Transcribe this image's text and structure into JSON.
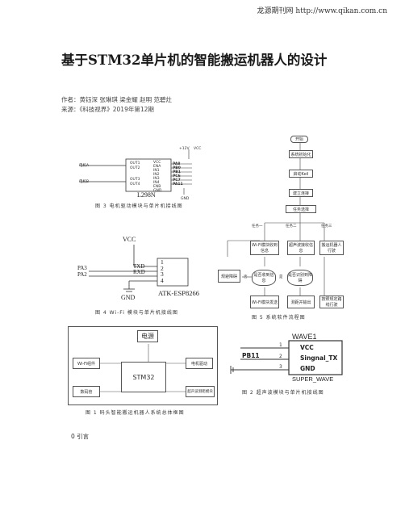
{
  "header": {
    "site": "龙源期刊网 http://www.qikan.com.cn"
  },
  "article": {
    "title": "基于STM32单片机的智能搬运机器人的设计",
    "authors": "作者：黄钰深 张琳琪 梁金耀 赵明 范碧灶",
    "source": "来源：《科技视界》2019年第12期"
  },
  "fig3": {
    "caption": "图 3  电机驱动模块与单片机接线图",
    "chip": "L298N",
    "left_labels": [
      "电机A",
      "电机B"
    ],
    "out_pins": [
      "OUT1",
      "OUT2",
      "OUT3",
      "OUT4"
    ],
    "in_pins": [
      "VCC",
      "ENA",
      "IN1",
      "IN2",
      "IN3",
      "IN4",
      "ENB",
      "GND"
    ],
    "ports": [
      "PA8",
      "PB0",
      "PB1",
      "PC6",
      "PC7",
      "PA11"
    ],
    "top_labels": [
      "+12V",
      "VCC"
    ],
    "gnd": "GND"
  },
  "fig4": {
    "caption": "图 4  Wi-Fi 模块与单片机接线图",
    "vcc": "VCC",
    "gnd": "GND",
    "ports": [
      "PA3",
      "PA2"
    ],
    "pins": [
      "TXD",
      "RXD"
    ],
    "numbers": [
      "1",
      "2",
      "3",
      "4"
    ],
    "module": "ATK-ESP8266"
  },
  "fig5": {
    "caption": "图 5  系统软件流程图",
    "nodes": [
      "开始",
      "系统初始化",
      "启动Keil",
      "建立连接",
      "任务选择",
      "Wi-Fi模块收到信息",
      "超声波接收信息",
      "搬运机器人行驶",
      "是否收到信息",
      "是否识别到障碍",
      "Wi-Fi模块发送",
      "测距并输出",
      "规避障碍",
      "按照规定路线行驶"
    ],
    "branch_labels": [
      "任务一",
      "任务二",
      "任务三"
    ],
    "yes": "是",
    "no": "否"
  },
  "fig2": {
    "caption": "图 2  超声波模块与单片机接线图",
    "module": "WAVE1",
    "pins": [
      "VCC",
      "Singnal_TX",
      "GND"
    ],
    "numbers": [
      "1",
      "2",
      "3"
    ],
    "port": "PB11",
    "footer": "SUPER_WAVE"
  },
  "fig1": {
    "caption": "图 1  码头智能搬运机器人系统总体框图",
    "power": "电源",
    "mcu": "STM32",
    "wifi": "Wi-Fi组件",
    "display": "数码管",
    "motor": "电机驱动",
    "ultrasonic": "超声波测距模块"
  },
  "body": {
    "intro": "0 引言"
  }
}
